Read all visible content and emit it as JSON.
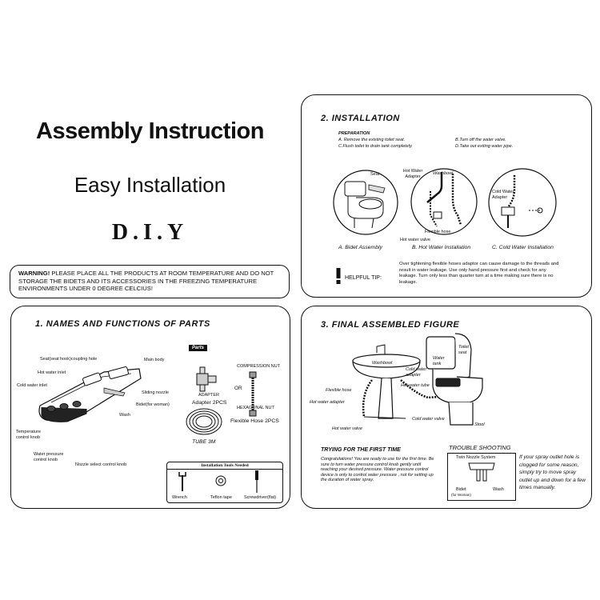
{
  "header": {
    "title": "Assembly Instruction",
    "subtitle": "Easy Installation",
    "diy": "D.I.Y"
  },
  "warning": {
    "label": "WARNING!",
    "text": " PLEASE PLACE ALL THE PRODUCTS AT ROOM TEMPERATURE AND DO NOT STORAGE THE BIDETS AND ITS ACCESSORIES IN THE FREEZING TEMPERATURE ENVIRONMENTS UNDER 0 DEGREE CELCIUS!"
  },
  "installation": {
    "heading": "2. INSTALLATION",
    "prep_title": "PREPARATION",
    "prep_a": "A. Remove the existing toilet seat.",
    "prep_b": "B.Turn off the water valve.",
    "prep_c": "C.Flush toilet to drain tank completely.",
    "prep_d": "D.Take out exiting water pipe.",
    "label_seat": "Seat",
    "label_hot_adapter": "Hot Water Adapter",
    "label_washbowl": "Washbowl",
    "label_hot_valve": "Hot water valve",
    "label_flex_hose": "Flexible hose",
    "label_cold_adapter": "Cold Water Adapter",
    "caption_a": "A. Bidet Assembly",
    "caption_b": "B. Hot Water Installation",
    "caption_c": "C. Cold Water Installation",
    "tip_label": "HELPFUL TIP:",
    "tip_text": "Over tightening flexible hoses adaptor can cause damage to the threads and result in water leakage. Use only hand pressure first and check for any leakage. Turn only less than quarter turn at a time making sure there is no leakage."
  },
  "parts": {
    "heading": "1. NAMES AND FUNCTIONS OF PARTS",
    "label_seat_hook": "Seat(seat hook)coupling hole",
    "label_main_body": "Main body",
    "label_hot_inlet": "Hot water inlet",
    "label_cold_inlet": "Cold water inlet",
    "label_sliding": "Sliding nozzle",
    "label_bidet": "Bidet(for woman)",
    "label_wash": "Wash",
    "label_temp": "Temperature control knob",
    "label_pressure": "Water pressure control knob",
    "label_nozzle": "Nozzle select control knob",
    "parts_tag": "Parts",
    "label_compression": "COMPRESSION NUT",
    "label_adapter_small": "ADAPTER",
    "label_or": "OR",
    "label_hex": "HEXAGONAL NUT",
    "label_adapter": "Adapter 2PCS",
    "label_hose": "Flexible Hose 2PCS",
    "label_tube": "TUBE 3M",
    "tools_title": "Installation Tools Needed",
    "tool_wrench": "Wrench",
    "tool_teflon": "Teflon tape",
    "tool_screwdriver": "Screwdriver(flat)"
  },
  "final": {
    "heading": "3. FINAL ASSEMBLED FIGURE",
    "label_washbowl": "Washbowl",
    "label_cold_adapter": "Cold water adapter",
    "label_water_tank": "Water tank",
    "label_toilet_seat": "Toilet seat",
    "label_flex_hose": "Flexible hose",
    "label_hot_tube": "Hot water tube",
    "label_hot_adapter": "Hot water adapter",
    "label_cold_valve": "Cold water valve",
    "label_hot_valve": "Hot water valve",
    "label_stool": "Stool",
    "first_time_title": "TRYING FOR THE FIRST TIME",
    "first_time_text": "Congratulations! You are ready to use for the first time. Be sure to turn water pressure control knob gently until reaching your desired pressure. Water pressure control device is only to control water pressure , not for setting up the duration of water spray.",
    "trouble_title": "TROUBLE SHOOTING",
    "twin_nozzle": "Twin Nozzle System",
    "label_bidet": "Bidet",
    "label_for_woman": "(for Woman)",
    "label_wash": "Wash",
    "trouble_text": "If your spray outlet hole is clogged for some reason, simply try to move spray outlet up and down for a few times manually."
  }
}
